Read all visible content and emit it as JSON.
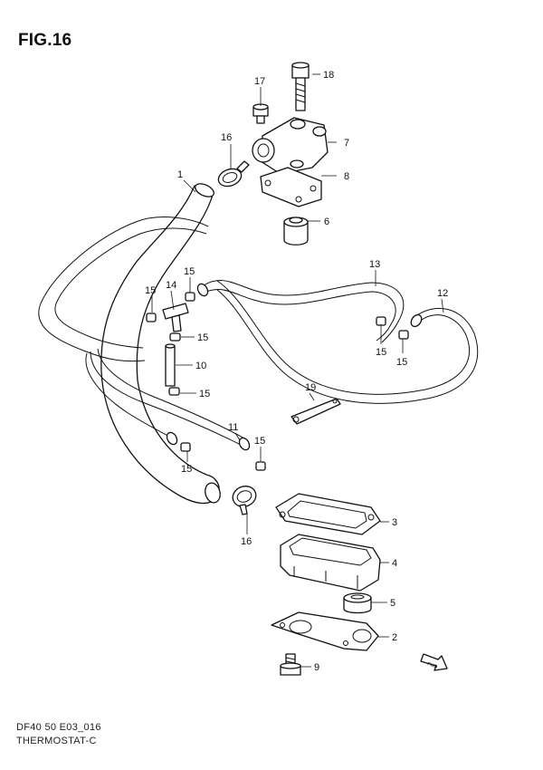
{
  "figure": {
    "title": "FIG.16",
    "footer_code": "DF40 50 E03_016",
    "footer_name": "THERMOSTAT-C"
  },
  "callouts": {
    "c1": "1",
    "c2": "2",
    "c3": "3",
    "c4": "4",
    "c5": "5",
    "c6": "6",
    "c7": "7",
    "c8": "8",
    "c9": "9",
    "c10": "10",
    "c11": "11",
    "c12": "12",
    "c13": "13",
    "c14": "14",
    "c15": "15",
    "c16": "16",
    "c17": "17",
    "c18": "18",
    "c19": "19"
  },
  "direction_marker": {
    "label": "FWD"
  }
}
